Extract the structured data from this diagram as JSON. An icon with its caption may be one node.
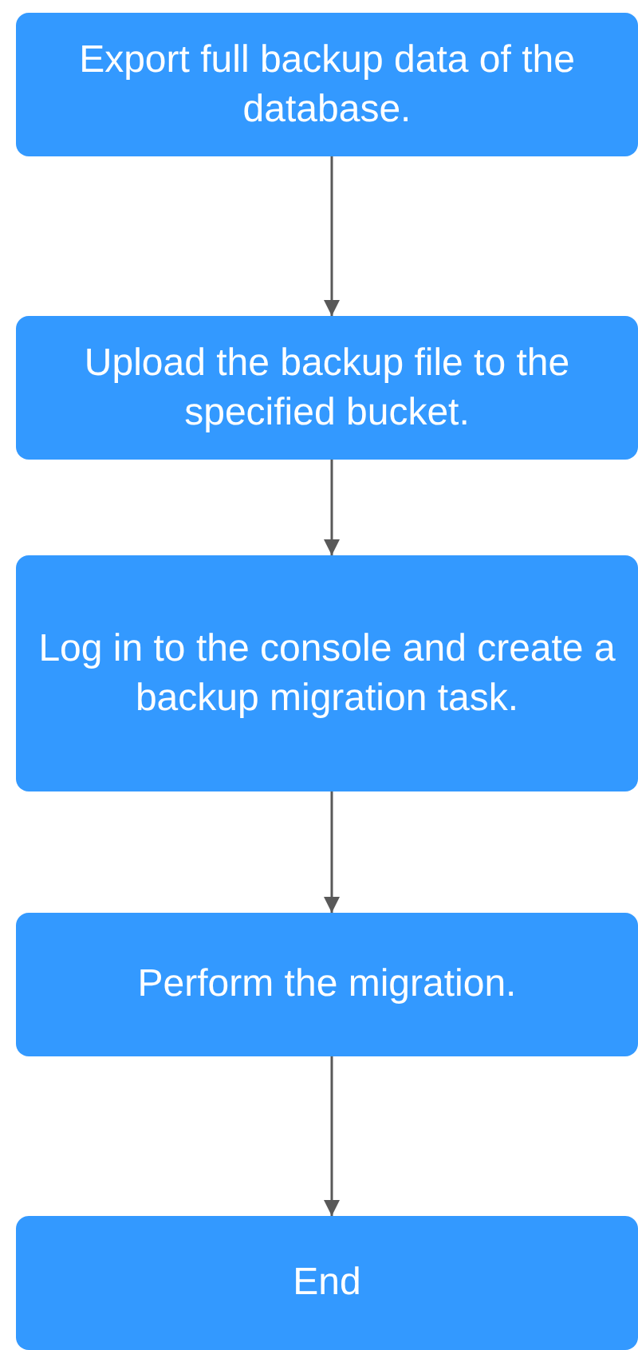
{
  "diagram": {
    "nodes": [
      {
        "text": [
          "Export full backup data of the database."
        ]
      },
      {
        "text": [
          "Upload the backup file to the specified bucket."
        ]
      },
      {
        "text": [
          "Log in to the console and create a backup migration task."
        ]
      },
      {
        "text": [
          "Perform the migration."
        ]
      },
      {
        "text": [
          "End"
        ]
      }
    ],
    "edges": [
      {
        "from": 0,
        "to": 1,
        "arrow": "to"
      },
      {
        "from": 1,
        "to": 2,
        "arrow": "to"
      },
      {
        "from": 2,
        "to": 3,
        "arrow": "to"
      },
      {
        "from": 3,
        "to": 4,
        "arrow": "to"
      }
    ]
  }
}
